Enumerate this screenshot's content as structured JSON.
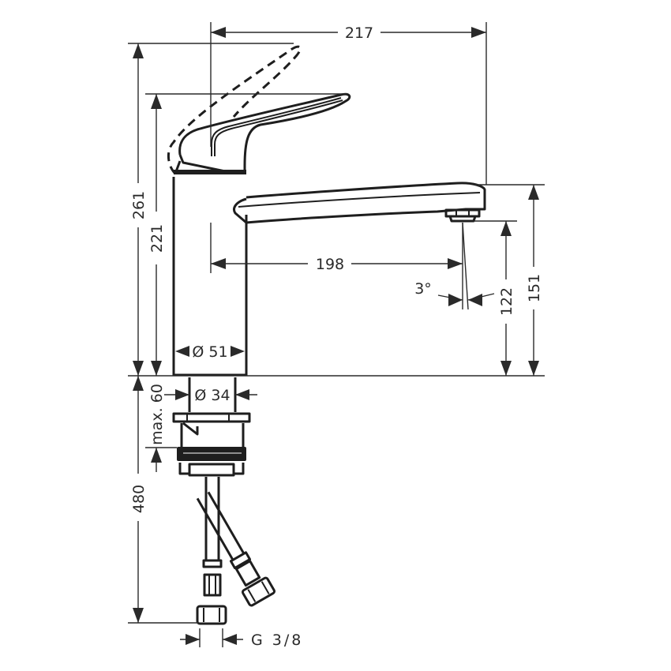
{
  "drawing": {
    "title": "Kitchen faucet dimension drawing",
    "units": "mm",
    "line_color": "#1e1e1e",
    "background": "#ffffff"
  },
  "dimensions": {
    "spout_reach_total": "217",
    "overall_height_lever_up": "261",
    "overall_height": "221",
    "spout_reach_outlet": "198",
    "spray_angle": "3°",
    "outlet_height": "122",
    "spout_top_height": "151",
    "body_diameter": "Ø 51",
    "shank_diameter": "Ø 34",
    "max_counter_thickness": "max. 60",
    "hose_length": "480",
    "connection_thread": "G 3/8"
  }
}
